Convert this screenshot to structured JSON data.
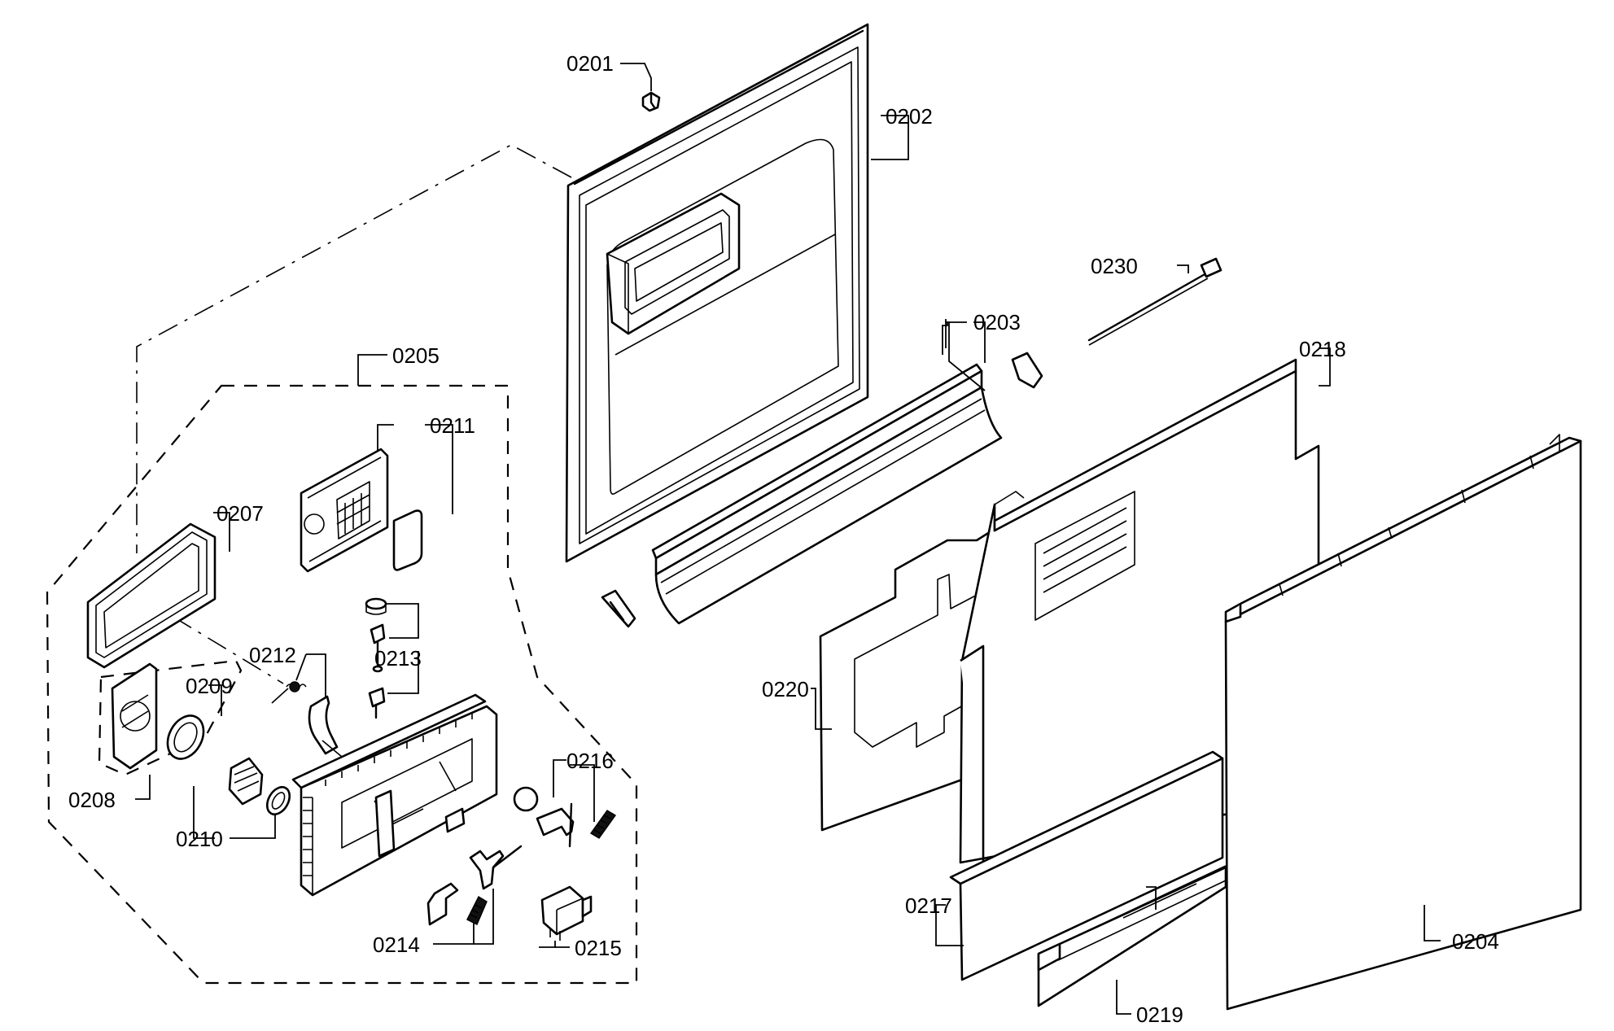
{
  "diagram": {
    "labels": [
      {
        "id": "0201",
        "text": "0201"
      },
      {
        "id": "0202",
        "text": "0202"
      },
      {
        "id": "0203",
        "text": "0203"
      },
      {
        "id": "0204",
        "text": "0204"
      },
      {
        "id": "0205",
        "text": "0205"
      },
      {
        "id": "0207",
        "text": "0207"
      },
      {
        "id": "0208",
        "text": "0208"
      },
      {
        "id": "0209",
        "text": "0209"
      },
      {
        "id": "0210",
        "text": "0210"
      },
      {
        "id": "0211",
        "text": "0211"
      },
      {
        "id": "0212",
        "text": "0212"
      },
      {
        "id": "0213",
        "text": "0213"
      },
      {
        "id": "0214",
        "text": "0214"
      },
      {
        "id": "0215",
        "text": "0215"
      },
      {
        "id": "0216",
        "text": "0216"
      },
      {
        "id": "0217",
        "text": "0217"
      },
      {
        "id": "0218",
        "text": "0218"
      },
      {
        "id": "0219",
        "text": "0219"
      },
      {
        "id": "0220",
        "text": "0220"
      },
      {
        "id": "0230",
        "text": "0230"
      }
    ]
  }
}
